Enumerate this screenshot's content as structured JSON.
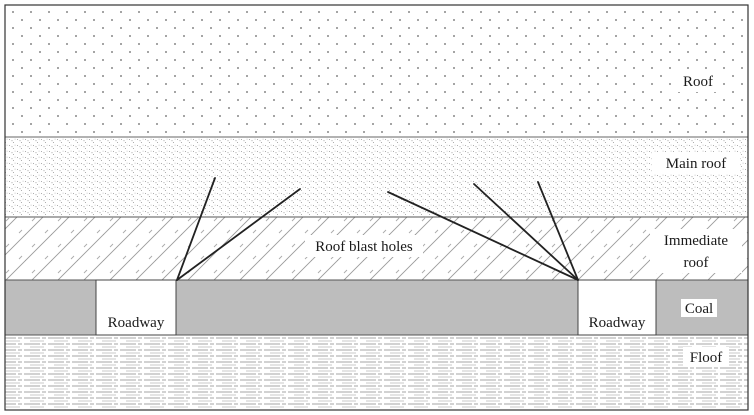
{
  "layers": {
    "roof": "Roof",
    "main_roof": "Main roof",
    "immediate_roof_line1": "Immediate",
    "immediate_roof_line2": "roof",
    "coal": "Coal",
    "floor": "Floof"
  },
  "roadways": {
    "left": "Roadway",
    "right": "Roadway"
  },
  "annotation": "Roof blast holes",
  "colors": {
    "coal": "#bdbdbd",
    "border": "#333333",
    "roadway": "#ffffff",
    "blast_hole": "#222222"
  }
}
